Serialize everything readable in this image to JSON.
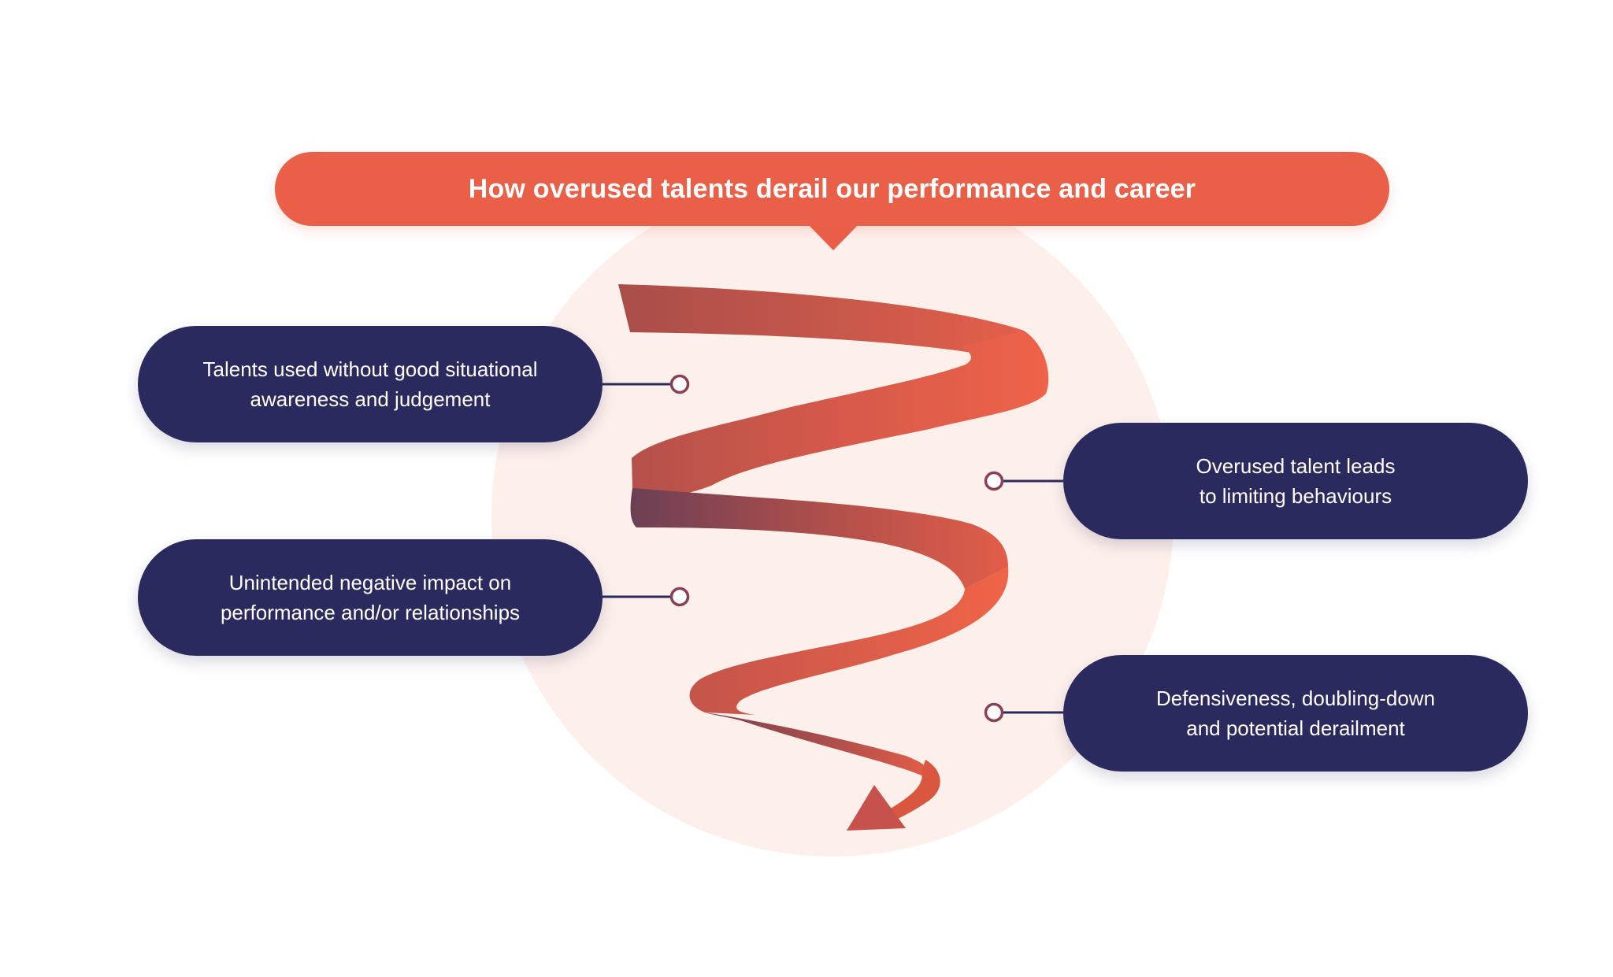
{
  "diagram": {
    "title": "How overused talents derail our performance and career",
    "stages": [
      {
        "line1": "Talents used without good situational",
        "line2": "awareness and judgement"
      },
      {
        "line1": "Overused talent leads",
        "line2": "to limiting behaviours"
      },
      {
        "line1": "Unintended negative impact on",
        "line2": "performance and/or relationships"
      },
      {
        "line1": "Defensiveness, doubling-down",
        "line2": "and potential derailment"
      }
    ]
  },
  "colors": {
    "accent": "#ea5f48",
    "pill": "#2b2a5e",
    "circle": "#fdf0eb",
    "connector": "#2b2a5e"
  }
}
